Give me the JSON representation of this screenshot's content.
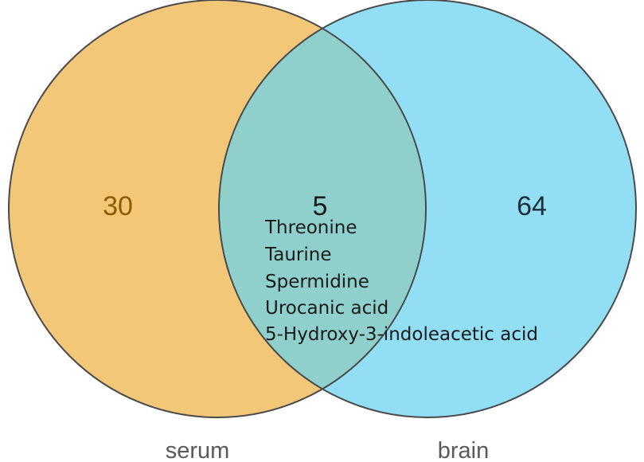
{
  "sets": [
    {
      "name": "serum",
      "exclusive_count": "30",
      "fill": "#f2c777",
      "count_color": "#8a5e00"
    },
    {
      "name": "brain",
      "exclusive_count": "64",
      "fill": "#92dff5",
      "count_color": "#1f2f38"
    }
  ],
  "intersection": {
    "count": "5",
    "fill": "#8fd0cd",
    "items": [
      "Threonine",
      "Taurine",
      "Spermidine",
      "Urocanic acid",
      "5-Hydroxy-3-indoleacetic acid"
    ]
  },
  "colors": {
    "outline": "#4a4a4a",
    "label": "#595959",
    "text": "#1a1a1a"
  }
}
